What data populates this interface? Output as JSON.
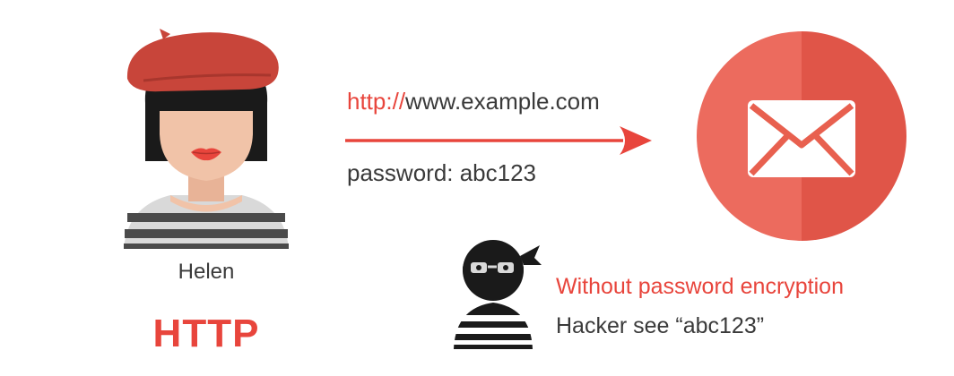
{
  "colors": {
    "accent": "#e8453c",
    "text": "#3a3a3a",
    "beret": "#c8453a",
    "hair": "#1a1a1a",
    "skin": "#f1c3a8",
    "stripe_dark": "#4a4a4a",
    "stripe_light": "#d9d9d9",
    "circle_light": "#ec6b5e",
    "circle_dark": "#e05548"
  },
  "request": {
    "url_scheme": "http://",
    "url_host": "www.example.com",
    "password_text": "password: abc123"
  },
  "user": {
    "name": "Helen",
    "protocol_label": "HTTP",
    "icon": "woman-avatar-icon"
  },
  "receiver": {
    "icon": "mail-envelope-icon"
  },
  "attacker": {
    "icon": "hacker-icon",
    "warning": "Without password encryption",
    "observation": "Hacker see “abc123”"
  }
}
